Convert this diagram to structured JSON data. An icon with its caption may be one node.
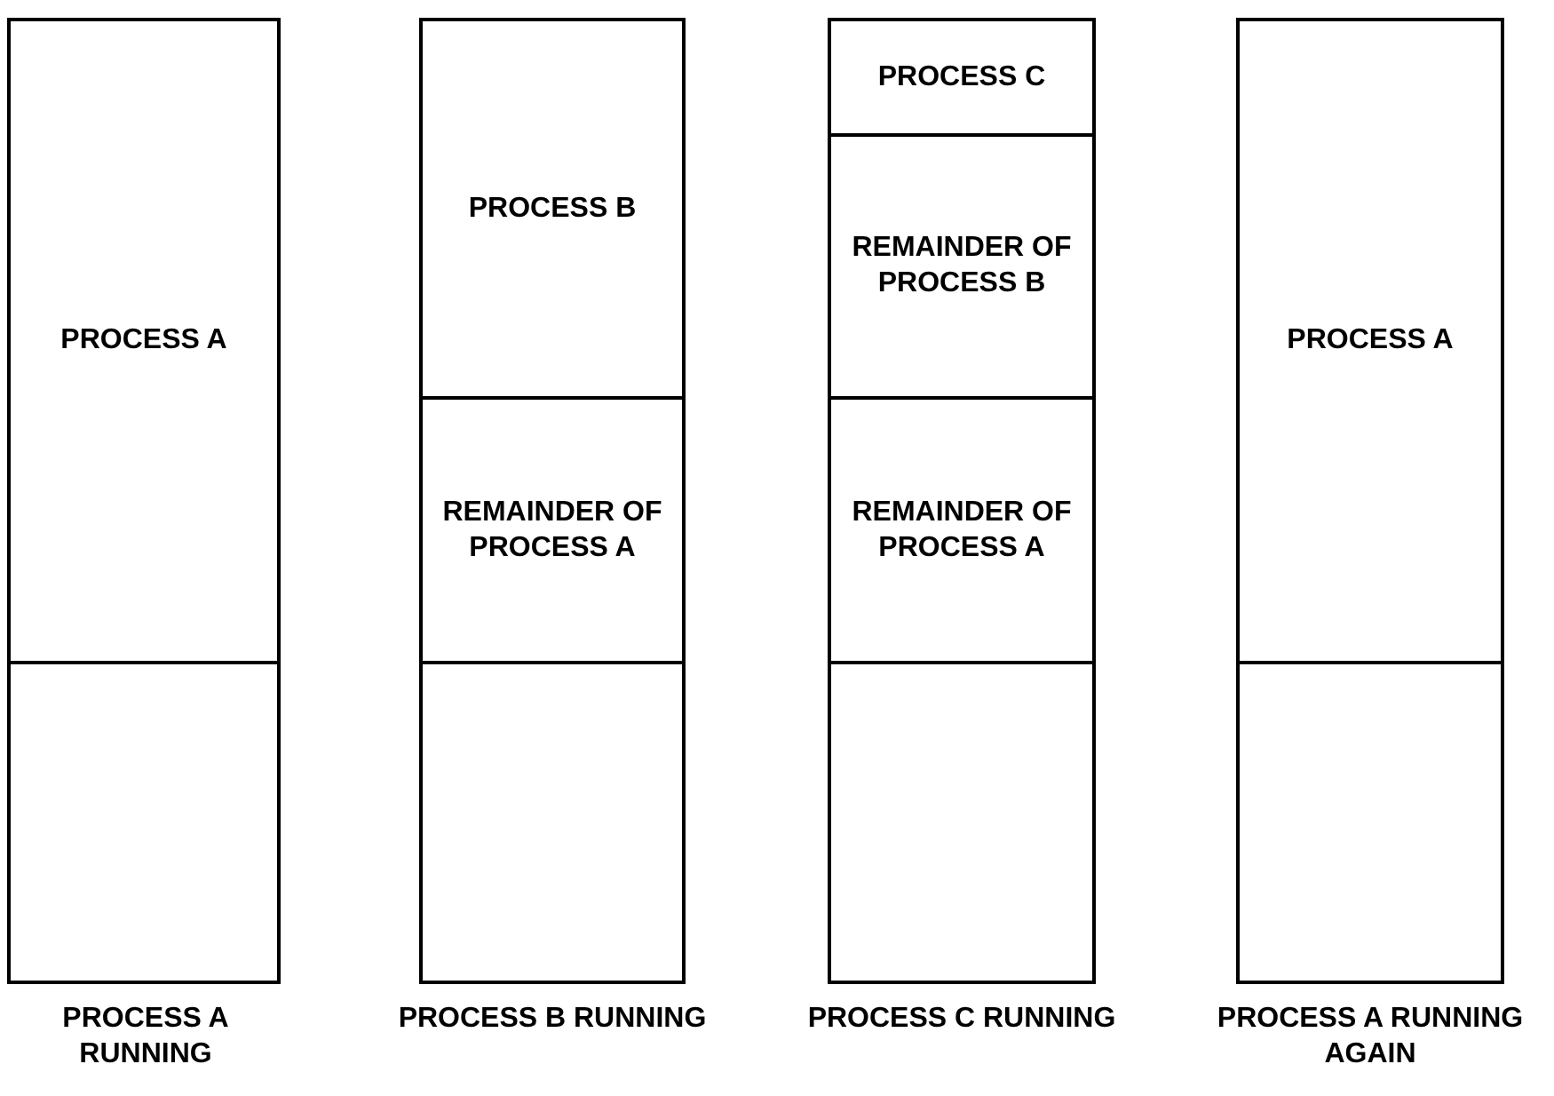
{
  "diagram": {
    "nodes": [
      {
        "text": [],
        "shape": "box",
        "beside": [
          "PROCESS A RUNNING"
        ]
      },
      {
        "text": [
          "PROCESS A"
        ],
        "in": 0
      },
      {
        "text": [],
        "shape": "box",
        "in": 0
      },
      {
        "text": [],
        "shape": "box",
        "beside": [
          "PROCESS B RUNNING"
        ]
      },
      {
        "text": [
          "PROCESS B"
        ],
        "in": 3
      },
      {
        "text": [
          "REMAINDER OF PROCESS A"
        ],
        "in": 3
      },
      {
        "text": [],
        "shape": "box",
        "in": 3
      },
      {
        "text": [],
        "shape": "box",
        "beside": [
          "PROCESS C RUNNING"
        ]
      },
      {
        "text": [
          "PROCESS C"
        ],
        "in": 7
      },
      {
        "text": [
          "REMAINDER OF PROCESS B"
        ],
        "in": 7
      },
      {
        "text": [
          "REMAINDER OF PROCESS A"
        ],
        "in": 7
      },
      {
        "text": [],
        "shape": "box",
        "in": 7
      },
      {
        "text": [],
        "shape": "box",
        "beside": [
          "PROCESS A RUNNING AGAIN"
        ]
      },
      {
        "text": [
          "PROCESS A"
        ],
        "in": 12
      },
      {
        "text": [],
        "shape": "box",
        "in": 12
      }
    ],
    "edges": []
  }
}
